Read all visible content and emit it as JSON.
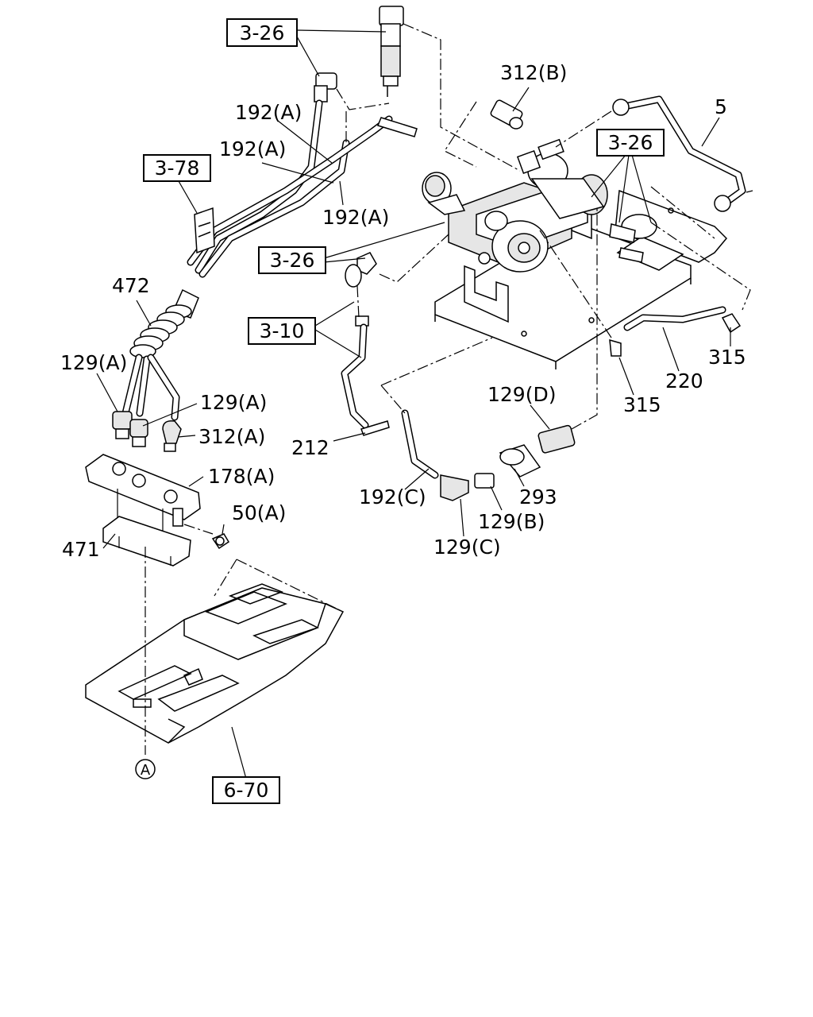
{
  "diagram": {
    "ref_boxes": {
      "r326_top": "3-26",
      "r378": "3-78",
      "r326_right": "3-26",
      "r326_mid": "3-26",
      "r310": "3-10",
      "r670": "6-70"
    },
    "callouts": {
      "c312b": "312(B)",
      "c5": "5",
      "c192a_1": "192(A)",
      "c192a_2": "192(A)",
      "c192a_3": "192(A)",
      "c472": "472",
      "c129a_1": "129(A)",
      "c129a_2": "129(A)",
      "c312a": "312(A)",
      "c178a": "178(A)",
      "c50a": "50(A)",
      "c471": "471",
      "c212": "212",
      "c192c": "192(C)",
      "c129c": "129(C)",
      "c129b": "129(B)",
      "c293": "293",
      "c129d": "129(D)",
      "c315_1": "315",
      "c315_2": "315",
      "c220": "220",
      "circle_a": "A"
    }
  }
}
